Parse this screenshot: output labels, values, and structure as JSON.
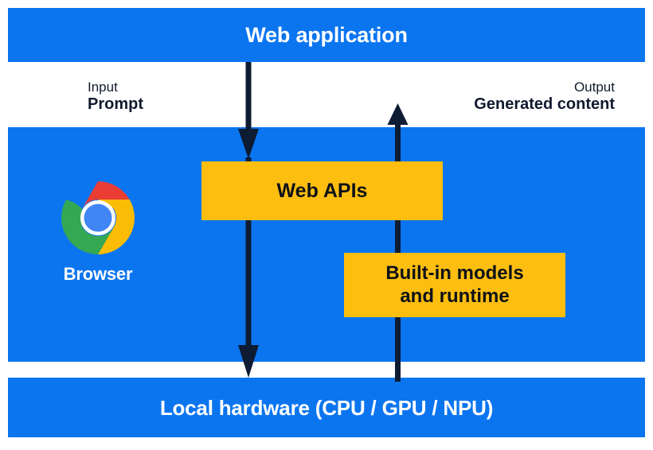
{
  "diagram": {
    "title_top": "Web application",
    "title_bottom": "Local hardware (CPU / GPU / NPU)",
    "browser_label": "Browser",
    "browser_icon": "chrome-logo-icon",
    "annotations": {
      "input": {
        "kicker": "Input",
        "value": "Prompt"
      },
      "output": {
        "kicker": "Output",
        "value": "Generated content"
      }
    },
    "boxes": {
      "web_apis": "Web APIs",
      "builtin_models_line1": "Built-in models",
      "builtin_models_line2": "and runtime"
    },
    "arrows": {
      "down": "arrow-down-icon",
      "up": "arrow-up-icon"
    },
    "colors": {
      "band_blue": "#0b75f0",
      "box_yellow": "#febe10",
      "arrow_navy": "#0d1b33",
      "text_navy": "#111a2e",
      "text_white": "#ffffff",
      "background": "#ffffff",
      "chrome_red": "#ea3e35",
      "chrome_yellow": "#fbbc05",
      "chrome_green": "#34a853",
      "chrome_blue": "#4285f4"
    }
  }
}
